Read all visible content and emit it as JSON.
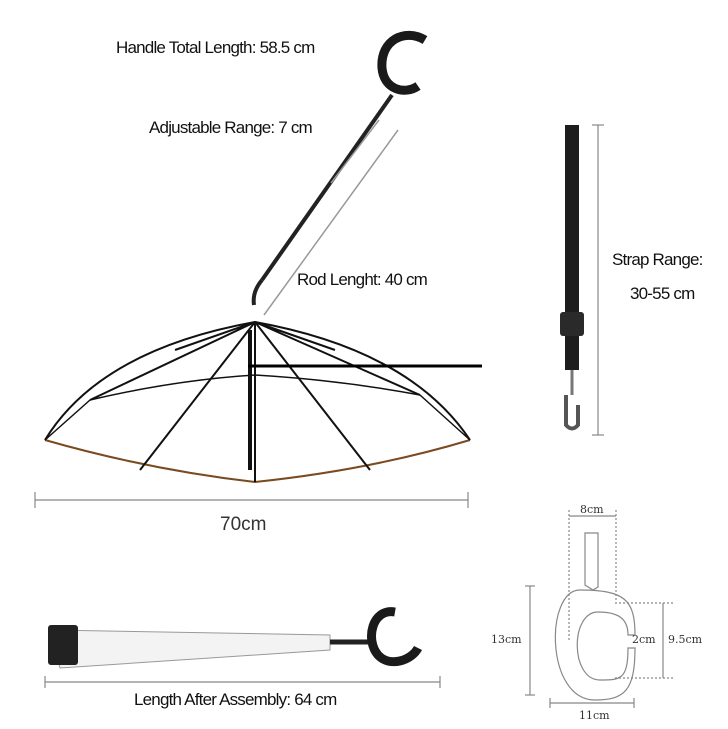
{
  "labels": {
    "handle_total_length": "Handle Total Length:  58.5 cm",
    "adjustable_range": "Adjustable Range: 7 cm",
    "rod_length": "Rod Lenght: 40 cm",
    "strap_range_title": "Strap Range:",
    "strap_range_value": "30-55 cm",
    "umbrella_width": "70cm",
    "length_after_assembly": "Length After Assembly: 64 cm"
  },
  "handle_dimensions": {
    "top_width": "8cm",
    "height": "13cm",
    "gap": "2cm",
    "inner_height": "9.5cm",
    "width": "11cm"
  }
}
